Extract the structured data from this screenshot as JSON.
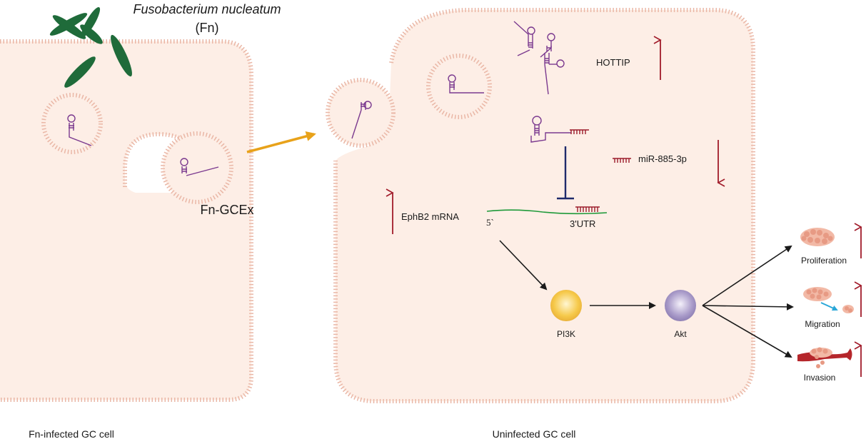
{
  "bacterium": {
    "name": "Fusobacterium nucleatum",
    "abbr": "(Fn)"
  },
  "vesicle_label": "Fn-GCEx",
  "left_cell_caption": "Fn-infected GC cell",
  "right_cell_caption": "Uninfected GC cell",
  "lncrna_label": "HOTTIP",
  "mirna_label": "miR-885-3p",
  "mrna": {
    "label": "EphB2 mRNA",
    "five_prime": "5`",
    "three_utr": "3'UTR"
  },
  "pathway": {
    "pi3k": "PI3K",
    "akt": "Akt"
  },
  "outcomes": {
    "proliferation": "Proliferation",
    "migration": "Migration",
    "invasion": "Invasion"
  },
  "colors": {
    "cell_fill": "#fdeee6",
    "membrane": "#eab7a6",
    "bacteria": "#1f6b3a",
    "lncrna": "#7b3a8f",
    "mirna": "#9b1b2a",
    "mrna": "#1f9a3a",
    "inhibition": "#1f2a6b",
    "transfer_arrow": "#e8a21a",
    "pathway_arrow": "#1a1a1a",
    "up_down_arrow": "#a11b2a",
    "pi3k": "#f6c94a",
    "akt": "#a99bc9"
  }
}
